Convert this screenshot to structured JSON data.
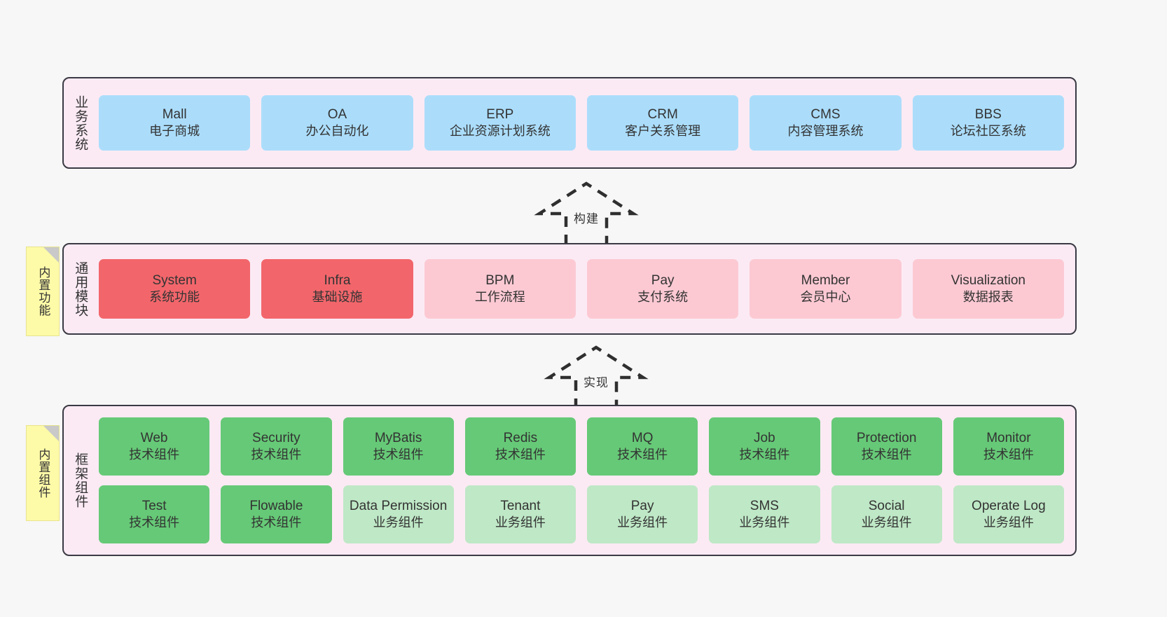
{
  "canvas": {
    "background": "#f7f7f7",
    "band_fill": "#fbeaf4",
    "band_border": "#3a3a44",
    "sticky_fill": "#fdfaa8"
  },
  "layers": [
    {
      "id": "business-system",
      "label": "业务系统",
      "sticky": null,
      "rows": [
        [
          {
            "title": "Mall",
            "subtitle": "电子商城",
            "color": "#abddfb",
            "tone": "blue"
          },
          {
            "title": "OA",
            "subtitle": "办公自动化",
            "color": "#abddfb",
            "tone": "blue"
          },
          {
            "title": "ERP",
            "subtitle": "企业资源计划系统",
            "color": "#abddfb",
            "tone": "blue"
          },
          {
            "title": "CRM",
            "subtitle": "客户关系管理",
            "color": "#abddfb",
            "tone": "blue"
          },
          {
            "title": "CMS",
            "subtitle": "内容管理系统",
            "color": "#abddfb",
            "tone": "blue"
          },
          {
            "title": "BBS",
            "subtitle": "论坛社区系统",
            "color": "#abddfb",
            "tone": "blue"
          }
        ]
      ]
    },
    {
      "id": "common-module",
      "label": "通用模块",
      "sticky": "内置功能",
      "rows": [
        [
          {
            "title": "System",
            "subtitle": "系统功能",
            "color": "#f2666b",
            "tone": "red"
          },
          {
            "title": "Infra",
            "subtitle": "基础设施",
            "color": "#f2666b",
            "tone": "red"
          },
          {
            "title": "BPM",
            "subtitle": "工作流程",
            "color": "#fcc9d3",
            "tone": "pink"
          },
          {
            "title": "Pay",
            "subtitle": "支付系统",
            "color": "#fcc9d3",
            "tone": "pink"
          },
          {
            "title": "Member",
            "subtitle": "会员中心",
            "color": "#fcc9d3",
            "tone": "pink"
          },
          {
            "title": "Visualization",
            "subtitle": "数据报表",
            "color": "#fcc9d3",
            "tone": "pink"
          }
        ]
      ]
    },
    {
      "id": "framework-component",
      "label": "框架组件",
      "sticky": "内置组件",
      "rows": [
        [
          {
            "title": "Web",
            "subtitle": "技术组件",
            "color": "#66c977",
            "tone": "green"
          },
          {
            "title": "Security",
            "subtitle": "技术组件",
            "color": "#66c977",
            "tone": "green"
          },
          {
            "title": "MyBatis",
            "subtitle": "技术组件",
            "color": "#66c977",
            "tone": "green"
          },
          {
            "title": "Redis",
            "subtitle": "技术组件",
            "color": "#66c977",
            "tone": "green"
          },
          {
            "title": "MQ",
            "subtitle": "技术组件",
            "color": "#66c977",
            "tone": "green"
          },
          {
            "title": "Job",
            "subtitle": "技术组件",
            "color": "#66c977",
            "tone": "green"
          },
          {
            "title": "Protection",
            "subtitle": "技术组件",
            "color": "#66c977",
            "tone": "green"
          },
          {
            "title": "Monitor",
            "subtitle": "技术组件",
            "color": "#66c977",
            "tone": "green"
          }
        ],
        [
          {
            "title": "Test",
            "subtitle": "技术组件",
            "color": "#66c977",
            "tone": "green"
          },
          {
            "title": "Flowable",
            "subtitle": "技术组件",
            "color": "#66c977",
            "tone": "green"
          },
          {
            "title": "Data Permission",
            "subtitle": "业务组件",
            "color": "#bfe8c6",
            "tone": "lightgreen"
          },
          {
            "title": "Tenant",
            "subtitle": "业务组件",
            "color": "#bfe8c6",
            "tone": "lightgreen"
          },
          {
            "title": "Pay",
            "subtitle": "业务组件",
            "color": "#bfe8c6",
            "tone": "lightgreen"
          },
          {
            "title": "SMS",
            "subtitle": "业务组件",
            "color": "#bfe8c6",
            "tone": "lightgreen"
          },
          {
            "title": "Social",
            "subtitle": "业务组件",
            "color": "#bfe8c6",
            "tone": "lightgreen"
          },
          {
            "title": "Operate Log",
            "subtitle": "业务组件",
            "color": "#bfe8c6",
            "tone": "lightgreen"
          }
        ]
      ]
    }
  ],
  "connectors": [
    {
      "id": "build",
      "label": "构建",
      "style": "dashed-hollow-arrow-up",
      "from": "common-module",
      "to": "business-system"
    },
    {
      "id": "implement",
      "label": "实现",
      "style": "dashed-hollow-arrow-up",
      "from": "framework-component",
      "to": "common-module"
    }
  ]
}
